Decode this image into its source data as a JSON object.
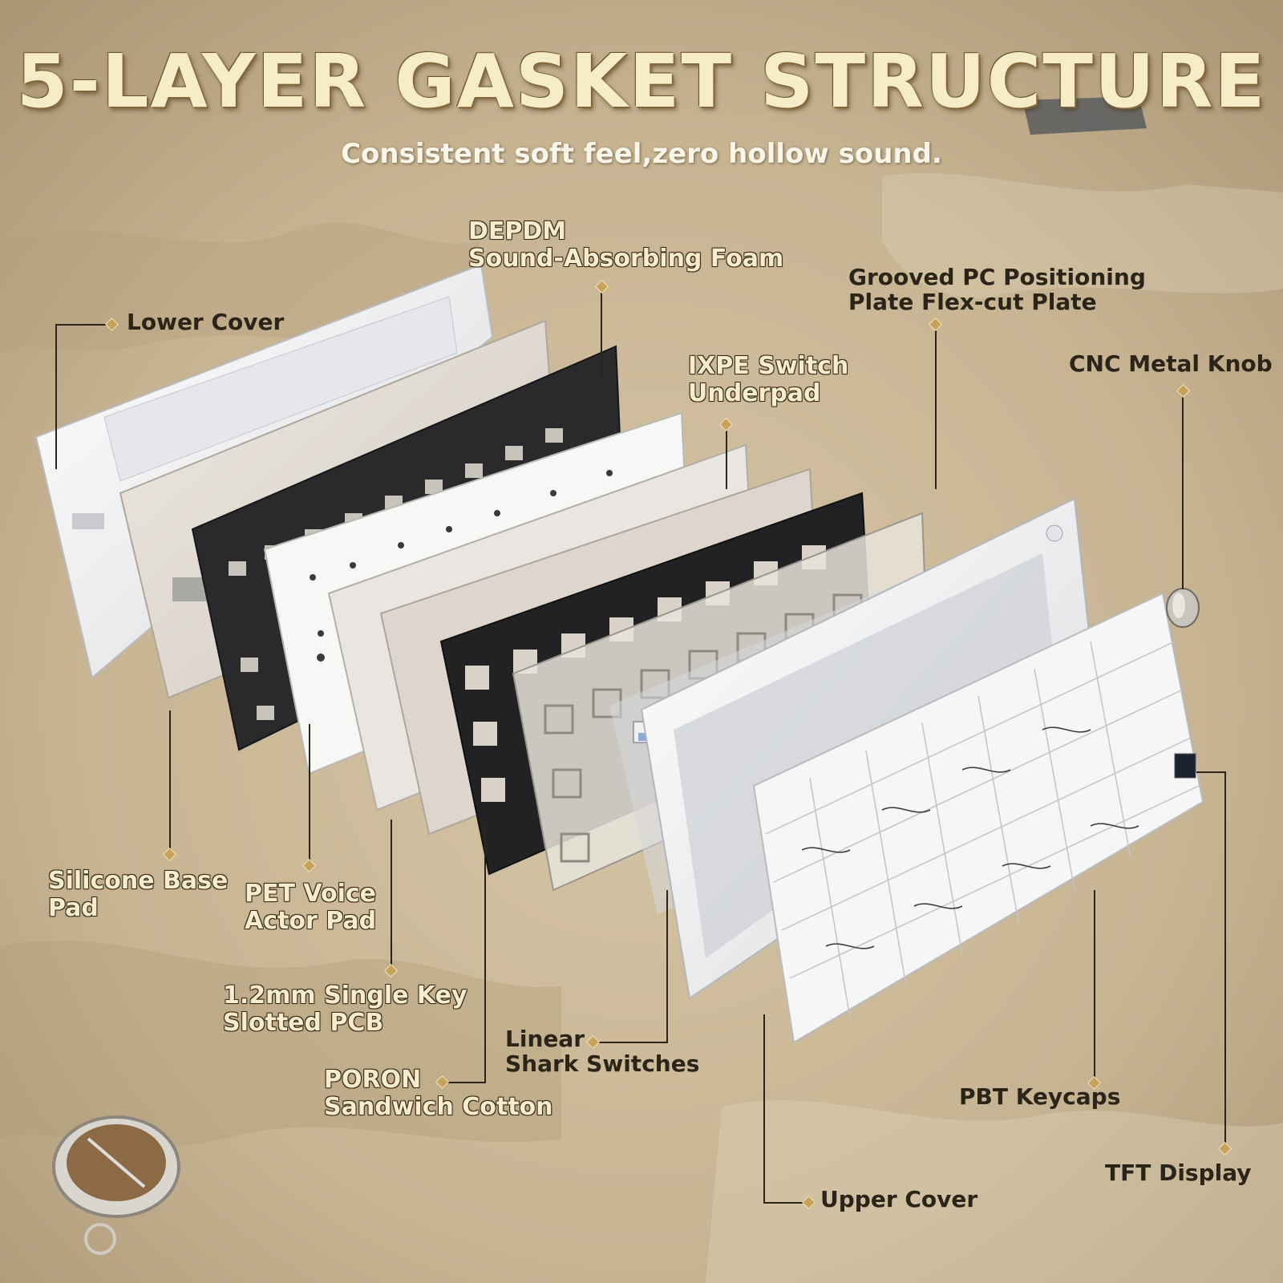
{
  "title": "5-LAYER GASKET STRUCTURE",
  "subtitle": "Consistent soft feel,zero hollow sound.",
  "labels": {
    "lower_cover": "Lower Cover",
    "depdm_line1": "DEPDM",
    "depdm_line2": "Sound-Absorbing Foam",
    "grooved_line1": "Grooved PC Positioning",
    "grooved_line2": "Plate Flex-cut Plate",
    "ixpe_line1": "IXPE Switch",
    "ixpe_line2": "Underpad",
    "cnc_knob": "CNC Metal Knob",
    "silicone_line1": "Silicone Base",
    "silicone_line2": "Pad",
    "pet_line1": "PET Voice",
    "pet_line2": "Actor Pad",
    "pcb_line1": "1.2mm Single Key",
    "pcb_line2": "Slotted PCB",
    "poron_line1": "PORON",
    "poron_line2": "Sandwich Cotton",
    "linear_line1": "Linear",
    "linear_line2": "Shark Switches",
    "pbt_keycaps": "PBT Keycaps",
    "tft_display": "TFT Display",
    "upper_cover": "Upper Cover"
  },
  "colors": {
    "background": "#c9b89a",
    "title": "#f7ecc8",
    "accent_dot": "#c9a25a",
    "leader_line": "#2b2418"
  }
}
